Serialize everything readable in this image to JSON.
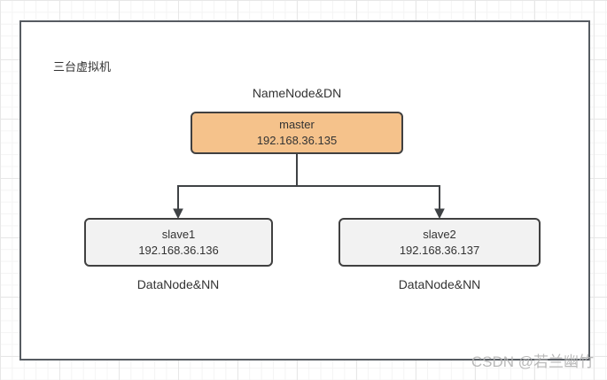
{
  "diagram": {
    "frame_title": "三台虚拟机",
    "top_role_label": "NameNode&DN",
    "nodes": {
      "master": {
        "name": "master",
        "ip": "192.168.36.135"
      },
      "slave1": {
        "name": "slave1",
        "ip": "192.168.36.136"
      },
      "slave2": {
        "name": "slave2",
        "ip": "192.168.36.137"
      }
    },
    "bottom_role_labels": {
      "slave1": "DataNode&NN",
      "slave2": "DataNode&NN"
    }
  },
  "watermark": {
    "text": "CSDN @若兰幽竹"
  },
  "colors": {
    "master_fill": "#f5c28b",
    "slave_fill": "#f2f2f2",
    "node_border": "#404040",
    "frame_border": "#565b61",
    "connector": "#3f4245",
    "text": "#333333",
    "grid_line": "#e7e7e7",
    "watermark_text": "#afafaf"
  }
}
